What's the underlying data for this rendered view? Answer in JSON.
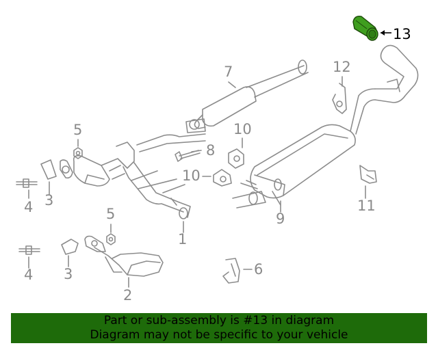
{
  "diagram": {
    "highlight_color": "#3f9e1f",
    "line_color": "#8c8c8c",
    "callouts": [
      {
        "id": "c13",
        "text": "13",
        "highlighted": true
      },
      {
        "id": "c7",
        "text": "7"
      },
      {
        "id": "c12",
        "text": "12"
      },
      {
        "id": "c5a",
        "text": "5"
      },
      {
        "id": "c10a",
        "text": "10"
      },
      {
        "id": "c8",
        "text": "8"
      },
      {
        "id": "c10b",
        "text": "10"
      },
      {
        "id": "c4a",
        "text": "4"
      },
      {
        "id": "c3a",
        "text": "3"
      },
      {
        "id": "c1",
        "text": "1"
      },
      {
        "id": "c9",
        "text": "9"
      },
      {
        "id": "c11",
        "text": "11"
      },
      {
        "id": "c5b",
        "text": "5"
      },
      {
        "id": "c4b",
        "text": "4"
      },
      {
        "id": "c3b",
        "text": "3"
      },
      {
        "id": "c2",
        "text": "2"
      },
      {
        "id": "c6",
        "text": "6"
      }
    ]
  },
  "banner": {
    "line1": "Part or sub-assembly is #13 in diagram",
    "line2": "Diagram may not be specific to your vehicle",
    "background": "#1e6b0a"
  }
}
